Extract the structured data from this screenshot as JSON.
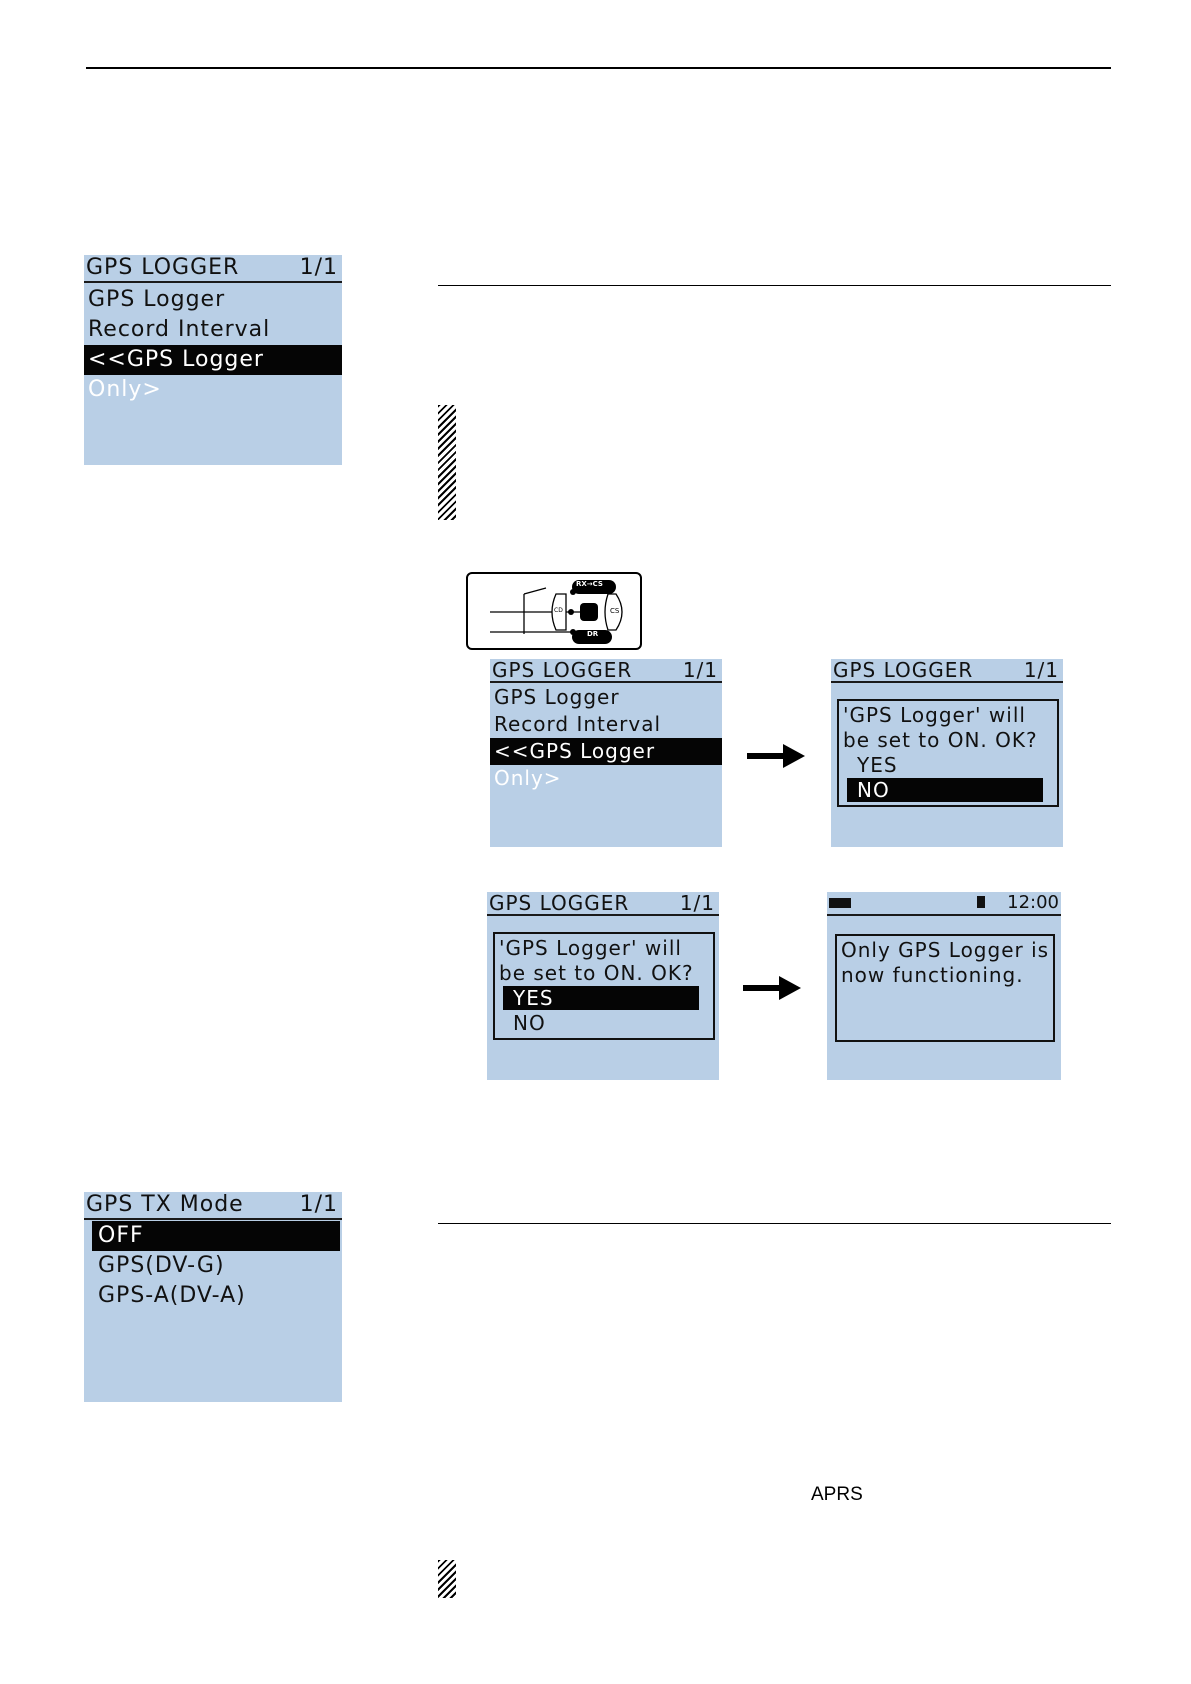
{
  "screen1": {
    "title": "GPS LOGGER",
    "page": "1/1",
    "items": [
      "GPS Logger",
      "Record Interval",
      "<<GPS Logger Only>"
    ],
    "selected_index": 2
  },
  "step_screen_a": {
    "title": "GPS LOGGER",
    "page": "1/1",
    "items": [
      "GPS Logger",
      "Record Interval",
      "<<GPS Logger Only>"
    ]
  },
  "step_screen_b": {
    "title": "GPS LOGGER",
    "page": "1/1",
    "dialog_line1": "'GPS Logger' will",
    "dialog_line2": "be set to ON. OK?",
    "yes": "YES",
    "no": "NO",
    "selected": "NO"
  },
  "step_screen_c": {
    "title": "GPS LOGGER",
    "page": "1/1",
    "dialog_line1": "'GPS Logger' will",
    "dialog_line2": "be set to ON. OK?",
    "yes": "YES",
    "no": "NO",
    "selected": "YES"
  },
  "step_screen_d": {
    "time": "12:00",
    "msg_line1": "Only GPS Logger is",
    "msg_line2": "now functioning."
  },
  "keypad": {
    "top_key": "RX→CS",
    "bottom_key": "DR",
    "left_key": "CD",
    "right_key": "CS"
  },
  "screen2": {
    "title": "GPS TX Mode",
    "page": "1/1",
    "items": [
      "OFF",
      "GPS(DV-G)",
      "GPS-A(DV-A)"
    ],
    "selected_index": 0
  },
  "body_text": {
    "aprs": "APRS"
  }
}
